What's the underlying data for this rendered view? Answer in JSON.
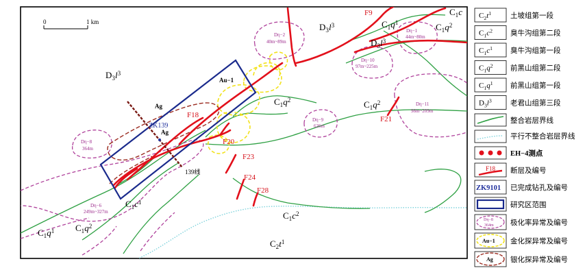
{
  "scale_bar": {
    "start_label": "0",
    "end_label": "1 km"
  },
  "map_labels": {
    "d3l3_west": [
      "D",
      "3",
      "l",
      "3"
    ],
    "d3l3_north": [
      "D",
      "3",
      "l",
      "3"
    ],
    "d3l3_east": [
      "D",
      "3",
      "l",
      "3"
    ],
    "c1q1_ne": [
      "C",
      "1",
      "q",
      "1"
    ],
    "c1q2_ne": [
      "C",
      "1",
      "q",
      "2"
    ],
    "c1c_corner": [
      "C",
      "1",
      "c",
      ""
    ],
    "c1q2_center": [
      "C",
      "1",
      "q",
      "2"
    ],
    "c1q2_east": [
      "C",
      "1",
      "q",
      "2"
    ],
    "c1c1_sw": [
      "C",
      "1",
      "c",
      "1"
    ],
    "c1q2_sw": [
      "C",
      "1",
      "q",
      "2"
    ],
    "c1q1_sw": [
      "C",
      "1",
      "q",
      "1"
    ],
    "c1c2_south": [
      "C",
      "1",
      "c",
      "2"
    ],
    "c2t1_south": [
      "C",
      "2",
      "t",
      "1"
    ]
  },
  "anomalies": {
    "dn2": [
      "Dη−2",
      "40m~89m"
    ],
    "dn1": [
      "Dη−1",
      "44m~80m"
    ],
    "dn10": [
      "Dη−10",
      "97m~225m"
    ],
    "dn11": [
      "Dη−11",
      "98m~209m"
    ],
    "dn9": [
      "Dη−9",
      "626m"
    ],
    "dn8": [
      "Dη−8",
      "364m"
    ],
    "dn6": [
      "Dη−6",
      "249m~327m"
    ]
  },
  "faults": {
    "f9": "F9",
    "f18": "F18",
    "f21": "F21",
    "f20": "F20",
    "f23": "F23",
    "f24": "F24",
    "f28": "F28"
  },
  "misc_labels": {
    "au1": "Au−1",
    "ag_upper": "Ag",
    "ag_lower": "Ag",
    "zk139": "ZK139",
    "line139": "139线"
  },
  "legend": {
    "strata": [
      {
        "sym": [
          "C",
          "2",
          "t",
          "1"
        ],
        "label": "土坡组第一段"
      },
      {
        "sym": [
          "C",
          "1",
          "c",
          "2"
        ],
        "label": "臭牛沟组第二段"
      },
      {
        "sym": [
          "C",
          "1",
          "c",
          "1"
        ],
        "label": "臭牛沟组第一段"
      },
      {
        "sym": [
          "C",
          "1",
          "q",
          "2"
        ],
        "label": "前黑山组第二段"
      },
      {
        "sym": [
          "C",
          "1",
          "q",
          "1"
        ],
        "label": "前黑山组第一段"
      },
      {
        "sym": [
          "D",
          "3",
          "l",
          "3"
        ],
        "label": "老君山组第三段"
      }
    ],
    "conformable": "整合岩层界线",
    "parallel_unconformable": "平行不整合岩层界线",
    "eh4_points": "EH−4测点",
    "fault_sample": "F18",
    "fault": "断层及编号",
    "borehole_sample": "ZK9101",
    "borehole": "已完成钻孔及编号",
    "study_area": "研究区范围",
    "polar_sample": [
      "Dη−8",
      "364m"
    ],
    "polar": "极化率异常及编号",
    "au_sample": "Au−1",
    "au": "金化探异常及编号",
    "ag_sample": "Ag",
    "ag": "银化探异常及编号"
  },
  "colors": {
    "conformable": "#2ea043",
    "unconformable": "#7fd3dc",
    "fault": "#e2101b",
    "polar": "#b0439c",
    "gold": "#f2e21b",
    "silver": "#9a2a1f",
    "study_area": "#1a2a8c",
    "borehole": "#1f2f9c",
    "eh4": "#e2101b"
  }
}
